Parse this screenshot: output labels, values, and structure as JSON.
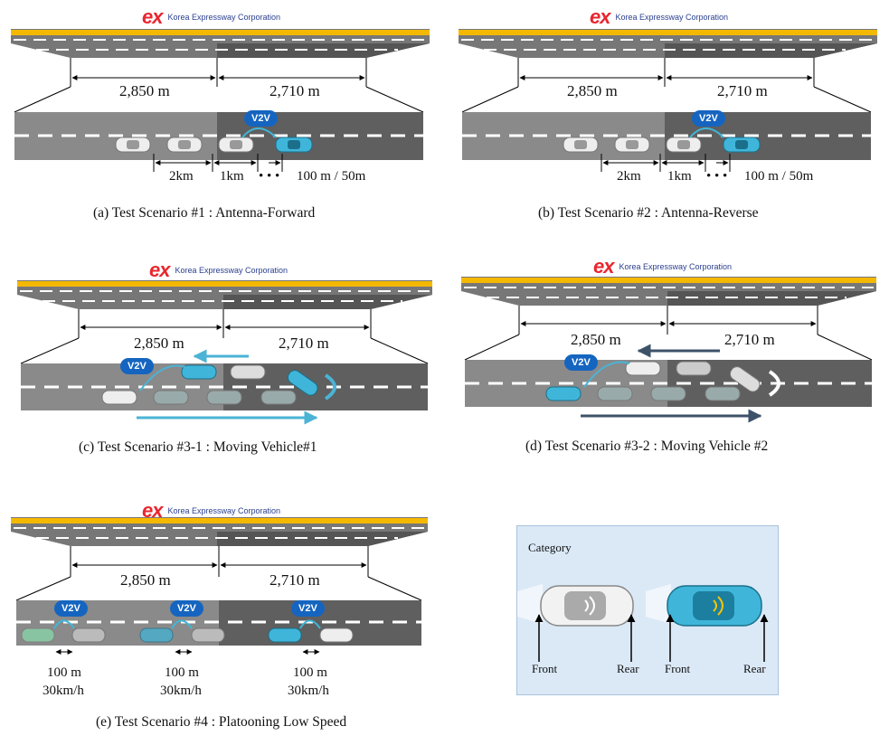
{
  "logo": {
    "mark": "ex",
    "name": "Korea Expressway Corporation"
  },
  "distances": {
    "left": "2,850 m",
    "right": "2,710 m"
  },
  "v2v_label": "V2V",
  "panels": {
    "a": {
      "caption": "(a) Test Scenario #1 : Antenna-Forward",
      "gaps": [
        "2km",
        "1km",
        "• • •",
        "100 m / 50m"
      ]
    },
    "b": {
      "caption": "(b) Test Scenario #2 : Antenna-Reverse",
      "gaps": [
        "2km",
        "1km",
        "• • •",
        "100 m / 50m"
      ]
    },
    "c": {
      "caption": "(c) Test Scenario #3-1 : Moving Vehicle#1"
    },
    "d": {
      "caption": "(d) Test Scenario #3-2 : Moving Vehicle #2"
    },
    "e": {
      "caption": "(e) Test Scenario #4 : Platooning Low Speed",
      "groups": [
        {
          "dist": "100 m",
          "speed": "30km/h"
        },
        {
          "dist": "100 m",
          "speed": "30km/h"
        },
        {
          "dist": "100 m",
          "speed": "30km/h"
        }
      ]
    }
  },
  "category": {
    "title": "Category",
    "labels": [
      "Front",
      "Rear",
      "Front",
      "Rear"
    ]
  },
  "colors": {
    "yellow_line": "#f5b800",
    "road_light": "#888888",
    "road_dark": "#5f5f5f",
    "teal_car": "#3fb6d9",
    "v2v_badge": "#1565c0",
    "arrow_cyan": "#4bb3d6",
    "arrow_navy": "#3d5269",
    "logo_red": "#e8262f"
  }
}
